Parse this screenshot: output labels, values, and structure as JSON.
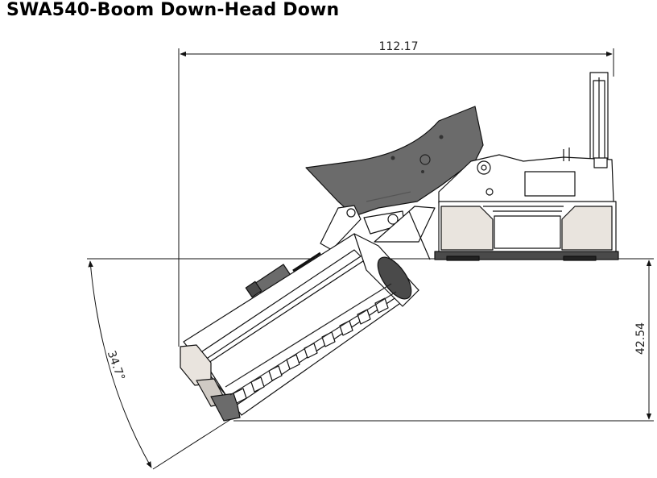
{
  "title": "SWA540-Boom Down-Head Down",
  "dimensions": {
    "width": "112.17",
    "height": "42.54",
    "angle": "34.7°"
  },
  "colors": {
    "boom_plate": "#6b6b6b",
    "line": "#111111",
    "panel_fill": "#e9e4de",
    "frame_dark": "#4a4a4a"
  }
}
